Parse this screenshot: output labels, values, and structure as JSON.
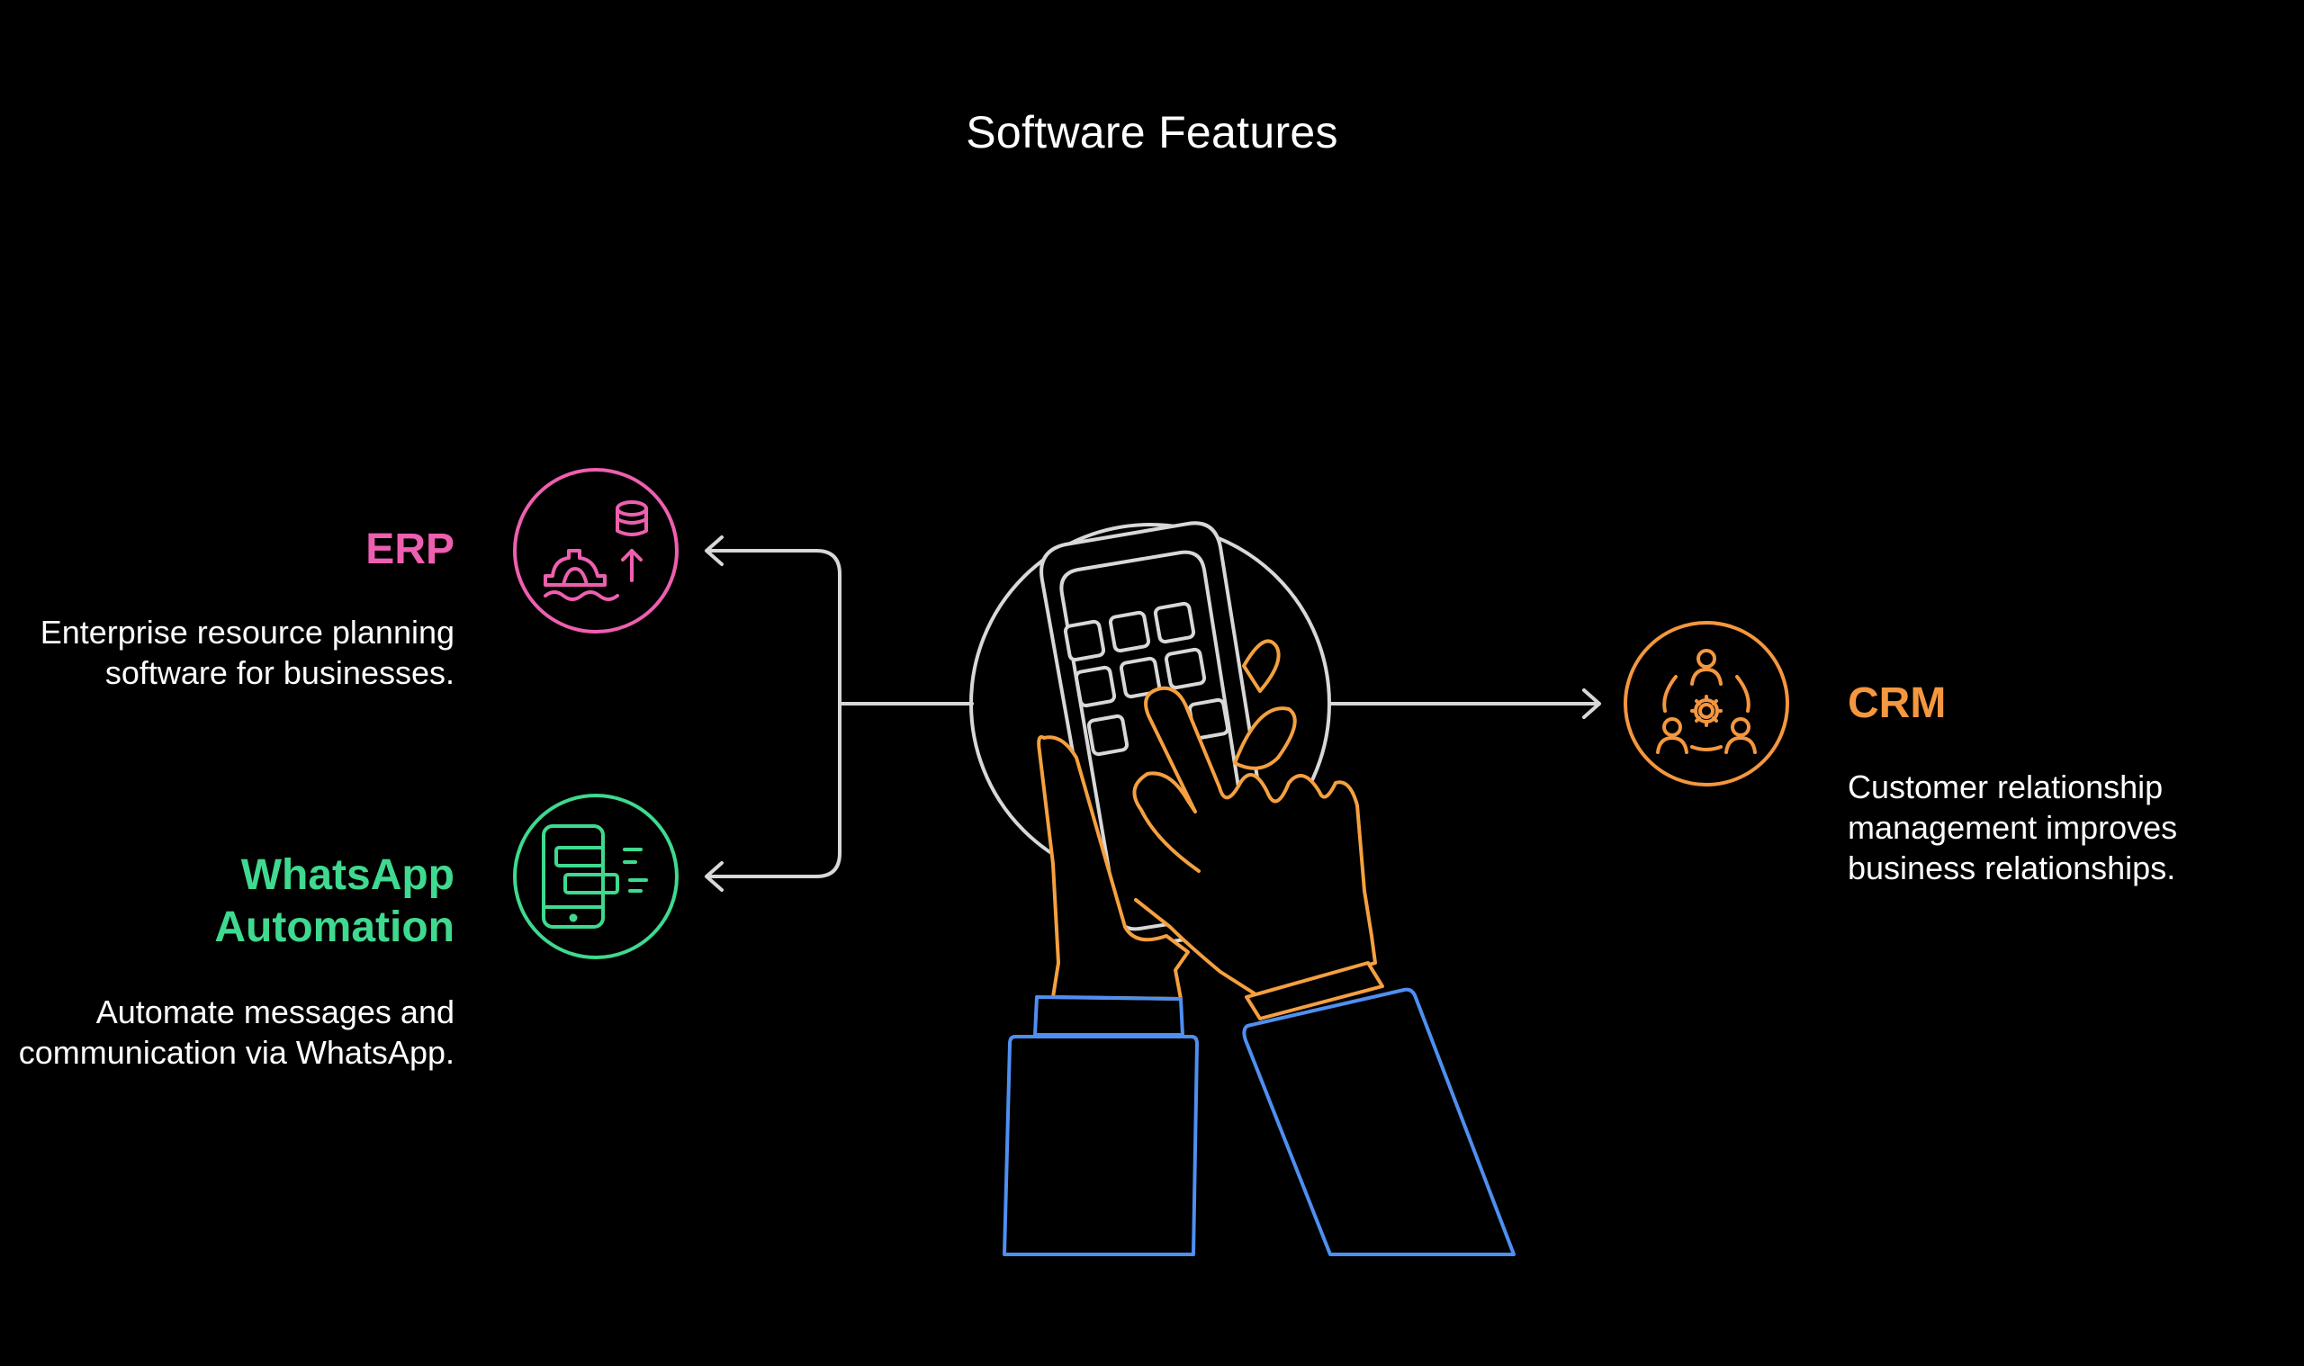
{
  "title": "Software Features",
  "colors": {
    "background": "#000000",
    "erp": "#ee5fb0",
    "whatsapp": "#3fd98f",
    "crm": "#f5973f",
    "hand_outline": "#f5a040",
    "sleeve_outline": "#4f8ff0",
    "connector": "#d8d8d8"
  },
  "features": {
    "erp": {
      "heading": "ERP",
      "description": "Enterprise resource planning software for businesses.",
      "icon": "gear-database-upload-icon"
    },
    "whatsapp": {
      "heading": "WhatsApp Automation",
      "description": "Automate messages and communication via WhatsApp.",
      "icon": "phone-chat-icon"
    },
    "crm": {
      "heading": "CRM",
      "description": "Customer relationship management improves business relationships.",
      "icon": "people-network-gear-icon"
    }
  },
  "center_illustration": {
    "icon": "hands-tapping-phone-icon"
  }
}
